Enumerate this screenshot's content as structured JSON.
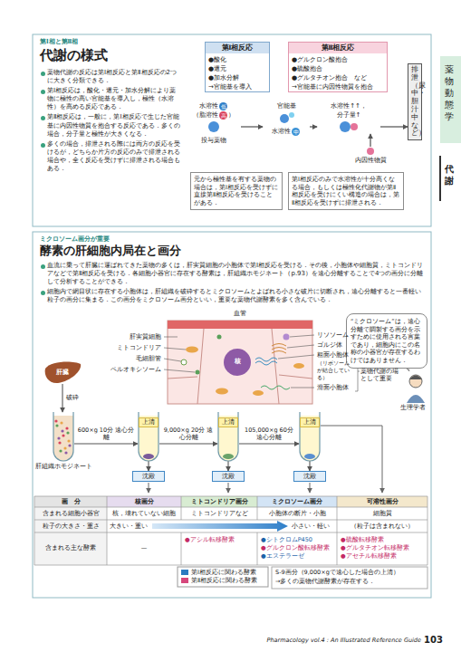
{
  "diagram": {
    "nodes": [
      {
        "text": [
          "第Ⅰ相反応",
          "●酸化",
          "●還元",
          "●加水分解",
          "→官能基を導入"
        ]
      },
      {
        "text": [
          "第Ⅱ相反応",
          "●グルクロン酸抱合",
          "●硫酸抱合",
          "●グルタチオン抱合　など",
          "→官能基に内因性物質を抱合"
        ]
      },
      {
        "text": [
          "水溶性",
          "低",
          "（脂溶性",
          "高",
          "）",
          "投与薬物"
        ]
      },
      {
        "text": [
          "官能基",
          "水溶性",
          "中"
        ]
      },
      {
        "text": [
          "水溶性↑↑，",
          "分子量↑"
        ]
      },
      {
        "text": [
          "内因性物質"
        ]
      },
      {
        "text": [
          "排泄（尿中・胆汁中など）"
        ]
      },
      {
        "text": [
          "元から極性基を有する薬物の場合は，第Ⅰ相反応を受けずに直接第Ⅱ相反応を受けることがある．"
        ]
      },
      {
        "text": [
          "第Ⅰ相反応のみで水溶性が十分高くなる場合，もしくは極性化代謝物が第Ⅱ相反応を受けにくい構造の場合は，第Ⅱ相反応を受けずに排泄される．"
        ]
      },
      {
        "text": [
          "“ミクロソーム”は，遠心分離で調製する画分を示すために使用される言葉であり，細胞内にこの名称の小器官が存在するわけではありません．"
        ]
      },
      {
        "text": [
          "肝臓"
        ]
      },
      {
        "text": [
          "肝組織ホモジネート"
        ]
      },
      {
        "text": [
          "上清"
        ]
      },
      {
        "text": [
          "沈殿"
        ]
      },
      {
        "text": [
          "上清"
        ]
      },
      {
        "text": [
          "沈殿"
        ]
      },
      {
        "text": [
          "上清"
        ]
      },
      {
        "text": [
          "沈殿"
        ]
      }
    ],
    "edges": [
      {
        "from": 2,
        "to": 3,
        "arrow": "to"
      },
      {
        "from": 3,
        "to": 4,
        "arrow": "to"
      },
      {
        "from": 4,
        "to": 6,
        "arrow": "to"
      },
      {
        "from": 5,
        "to": 4,
        "arrow": "to"
      },
      {
        "from": 10,
        "to": 11,
        "label": "破砕",
        "arrow": "to"
      },
      {
        "from": 11,
        "to": 12,
        "label": "600×g 10分 遠心分離",
        "arrow": "to"
      },
      {
        "from": 12,
        "to": 13,
        "arrow": "to"
      },
      {
        "from": 12,
        "to": 14,
        "label": "9,000×g 20分 遠心分離",
        "arrow": "to"
      },
      {
        "from": 14,
        "to": 15,
        "arrow": "to"
      },
      {
        "from": 14,
        "to": 16,
        "label": "105,000×g 60分 遠心分離",
        "arrow": "to"
      },
      {
        "from": 16,
        "to": 17,
        "arrow": "to"
      }
    ],
    "labels": [
      "第Ⅰ相と第Ⅱ相",
      "代謝の様式",
      "薬物代謝の反応は第Ⅰ相反応と第Ⅱ相反応の2つに大きく分類できる．",
      "第Ⅰ相反応は，酸化・還元・加水分解により薬物に極性の高い官能基を導入し，極性（水溶性）を高める反応である．",
      "第Ⅱ相反応は，一般に，第Ⅰ相反応で生じた官能基に内因性物質を抱合する反応である．多くの場合，分子量と極性が大きくなる．",
      "多くの場合，排泄される際には両方の反応を受けるが，どちらか片方の反応のみで排泄される場合や，全く反応を受けずに排泄される場合もある．",
      "ミクロソーム画分が重要",
      "酵素の肝細胞内局在と画分",
      "血流に乗って肝臓に運ばれてきた薬物の多くは，肝実質細胞の小胞体で第Ⅰ相反応を受ける．その後，小胞体や細胞質，ミトコンドリアなどで第Ⅱ相反応を受ける．各細胞小器官に存在する酵素は，肝組織ホモジネート（p.93）を遠心分離することで4つの画分に分離して分析することができる．",
      "細胞内で網目状に存在する小胞体は，肝組織を破砕するとミクロソームとよばれる小さな破片に切断され，遠心分離すると一番軽い粒子の画分に集まる．この画分をミクロソーム画分といい，重要な薬物代謝酵素を多く含んでいる．",
      "血管",
      "肝実質細胞",
      "ミトコンドリア",
      "毛細胆管",
      "ペルオキシソーム",
      "核",
      "リソソーム",
      "ゴルジ体",
      "粗面小胞体",
      "（リボソームが結合している）",
      "滑面小胞体",
      "薬物代謝の場として重要",
      "生理学者",
      "画　分",
      "核画分",
      "ミトコンドリア画分",
      "ミクロソーム画分",
      "可溶性画分",
      "含まれる細胞小器官",
      "核，壊れていない細胞",
      "ミトコンドリアなど",
      "小胞体の断片・小胞",
      "細胞質",
      "粒子の大きさ・重さ",
      "大きい・重い",
      "小さい・軽い",
      "（粒子は含まれない）",
      "含まれる主な酵素",
      "—",
      "●アシル転移酵素",
      "●シトクロムP450",
      "●グルクロン酸転移酵素",
      "●エステラーゼ",
      "●硫酸転移酵素",
      "●グルタチオン転移酵素",
      "●アセチル転移酵素",
      "S-9画分（9,000×gで遠心した場合の上清）",
      "→多くの薬物代謝酵素が存在する．",
      "Pharmacology vol.4 : An Illustrated Reference Guide",
      "103",
      "薬物動態学",
      "代謝"
    ],
    "legend": [
      {
        "text": "第Ⅰ相反応に関わる酵素",
        "color": "#2b7bc0"
      },
      {
        "text": "第Ⅱ相反応に関わる酵素",
        "color": "#d6477c"
      }
    ]
  }
}
